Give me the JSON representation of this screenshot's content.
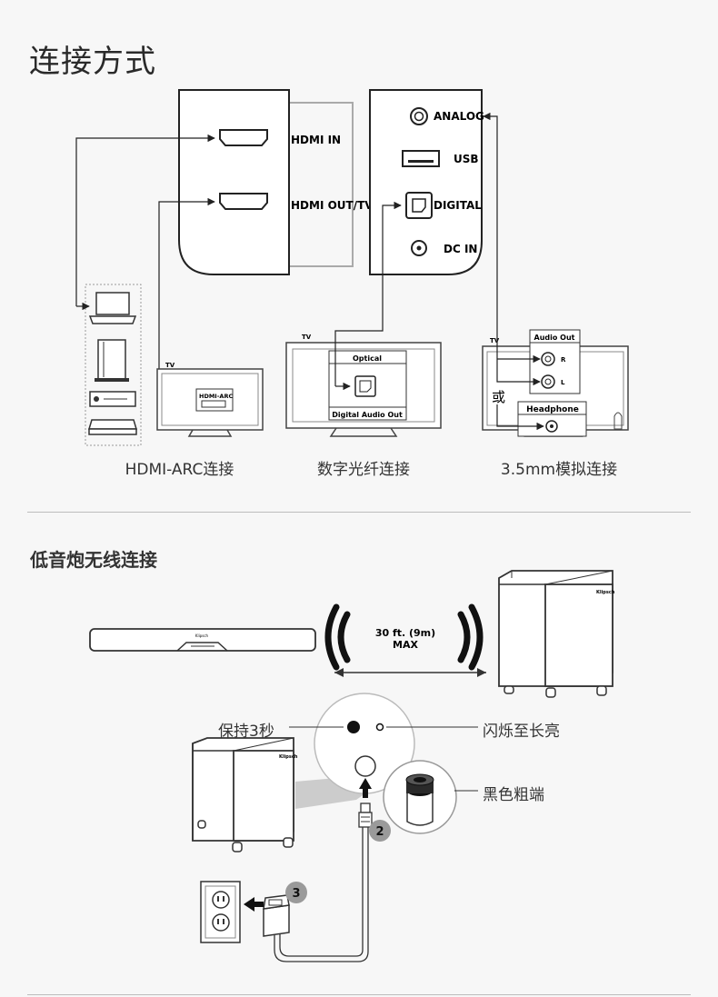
{
  "header": {
    "title": "连接方式"
  },
  "panel_left": {
    "hdmi_in": "HDMI IN",
    "hdmi_out": "HDMI OUT/TV"
  },
  "panel_right": {
    "analog": "ANALOG",
    "usb": "USB",
    "digital": "DIGITAL",
    "dc_in": "DC IN"
  },
  "tv_labels": {
    "tv1": "TV",
    "tv2": "TV",
    "tv3": "TV"
  },
  "hdmi_arc_port": "HDMI-ARC",
  "optical": {
    "top": "Optical",
    "bottom": "Digital Audio Out"
  },
  "analog_tv": {
    "audio_out": "Audio Out",
    "r": "R",
    "l": "L",
    "or": "或",
    "headphone": "Headphone"
  },
  "captions": {
    "c1": "HDMI-ARC连接",
    "c2": "数字光纤连接",
    "c3": "3.5mm模拟连接"
  },
  "wireless": {
    "title": "低音炮无线连接",
    "distance_line1": "30 ft. (9m)",
    "distance_line2": "MAX",
    "brand": "Klipsch",
    "hold": "保持3秒",
    "blink": "闪烁至长亮",
    "black_end": "黑色粗端",
    "step2": "2",
    "step3": "3"
  },
  "colors": {
    "line": "#2b2b2b",
    "panel_bg": "#ffffff",
    "badge": "#9a9a9a",
    "gray_band": "#c9c9c9"
  }
}
